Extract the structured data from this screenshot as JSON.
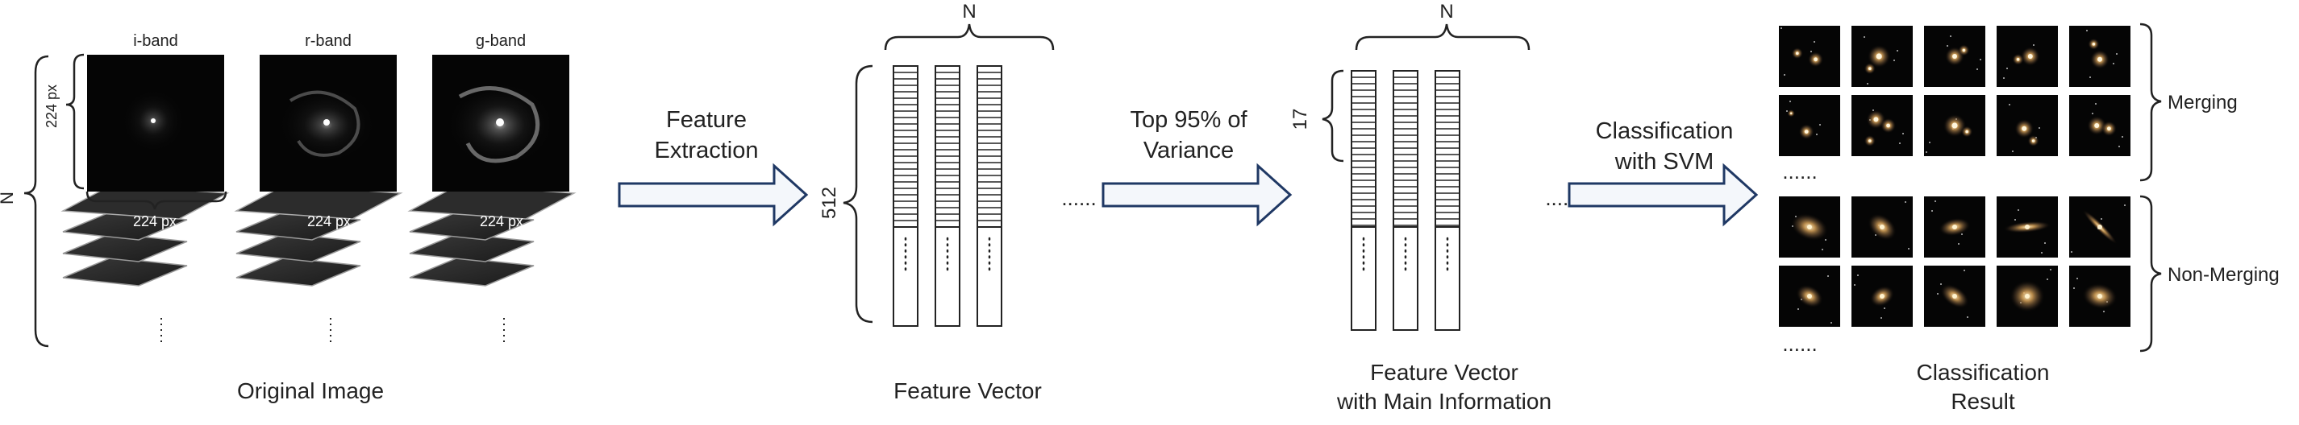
{
  "original": {
    "bands": [
      "i-band",
      "r-band",
      "g-band"
    ],
    "size_label": "224 px",
    "n_label": "N",
    "dots": "......",
    "caption": "Original Image"
  },
  "feature_extraction": {
    "arrow_line1": "Feature",
    "arrow_line2": "Extraction",
    "dim_label": "512",
    "n_label": "N",
    "dots": "......",
    "caption": "Feature Vector"
  },
  "pca": {
    "arrow_line1": "Top 95% of",
    "arrow_line2": "Variance",
    "dim_label": "17",
    "n_label": "N",
    "dots": "......",
    "caption_line1": "Feature Vector",
    "caption_line2": "with Main Information"
  },
  "svm": {
    "arrow_line1": "Classification",
    "arrow_line2": "with SVM",
    "merging_label": "Merging",
    "non_merging_label": "Non-Merging",
    "dots": "......",
    "caption_line1": "Classification",
    "caption_line2": "Result"
  },
  "colors": {
    "arrow_fill": "#f4f7fb",
    "arrow_stroke": "#1f3864",
    "sky": "#050505",
    "galaxy_core": "#f5e2b0"
  }
}
